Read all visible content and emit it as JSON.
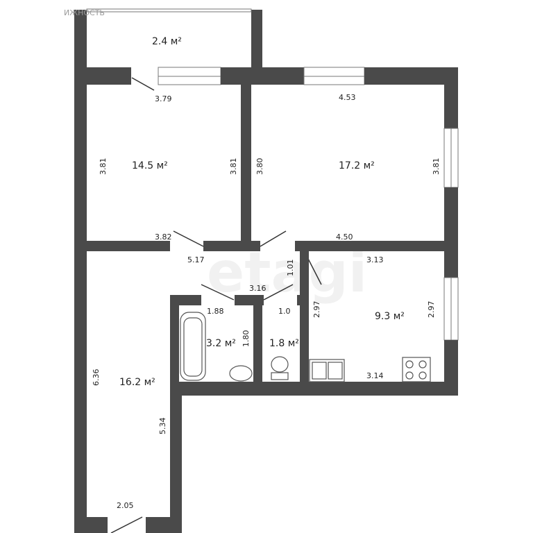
{
  "watermark": {
    "brand": "etagi",
    "corner": "ИЖНОСТЬ"
  },
  "colors": {
    "wall": "#4a4a4a",
    "background": "#ffffff"
  },
  "rooms": [
    {
      "name": "balcony",
      "area": "2.4 м²"
    },
    {
      "name": "room-left",
      "area": "14.5 м²"
    },
    {
      "name": "room-right",
      "area": "17.2 м²"
    },
    {
      "name": "corridor",
      "area": "16.2 м²"
    },
    {
      "name": "bathroom",
      "area": "3.2 м²"
    },
    {
      "name": "toilet",
      "area": "1.8 м²"
    },
    {
      "name": "kitchen",
      "area": "9.3 м²"
    }
  ],
  "dimensions": {
    "d_379": "3.79",
    "d_453": "4.53",
    "d_381a": "3.81",
    "d_381b": "3.81",
    "d_380": "3.80",
    "d_381c": "3.81",
    "d_382": "3.82",
    "d_450": "4.50",
    "d_517": "5.17",
    "d_101": "1.01",
    "d_313": "3.13",
    "d_316": "3.16",
    "d_188": "1.88",
    "d_10": "1.0",
    "d_297a": "2.97",
    "d_297b": "2.97",
    "d_180": "1.80",
    "d_636": "6.36",
    "d_534": "5.34",
    "d_314": "3.14",
    "d_205": "2.05"
  }
}
